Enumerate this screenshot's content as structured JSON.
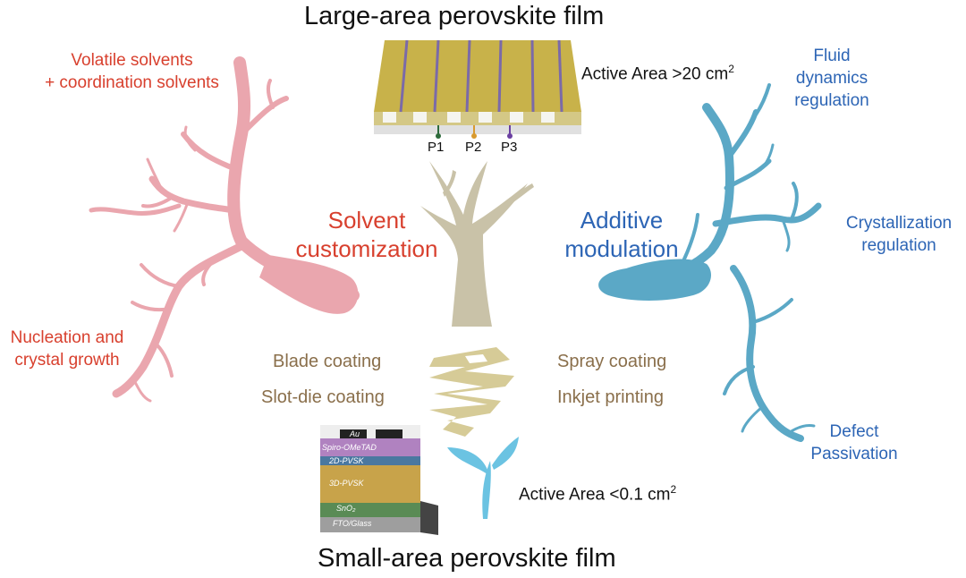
{
  "top_title": "Large-area perovskite film",
  "bottom_title": "Small-area perovskite film",
  "large_module": {
    "active_area_text": "Active Area >20 cm",
    "active_area_sup": "2",
    "scribes": [
      "P1",
      "P2",
      "P3"
    ],
    "colors": {
      "p1": "#2e6b3c",
      "p2": "#d89a2f",
      "p3": "#6a3fa1",
      "gold": "#c8b24a"
    }
  },
  "small_cell": {
    "active_area_text": "Active Area <0.1 cm",
    "active_area_sup": "2",
    "layers": [
      "Au",
      "Spiro-OMeTAD",
      "2D-PVSK",
      "3D-PVSK",
      "SnO₂",
      "FTO/Glass"
    ]
  },
  "left_branch": {
    "color": "#eaa6ae",
    "text_color": "#d8402e",
    "main_label_1": "Solvent",
    "main_label_2": "customization",
    "top_label_1": "Volatile solvents",
    "top_label_2": "+ coordination solvents",
    "bottom_label_1": "Nucleation and",
    "bottom_label_2": "crystal growth"
  },
  "right_branch": {
    "color": "#5ba8c6",
    "text_color": "#2d65b5",
    "main_label_1": "Additive",
    "main_label_2": "modulation",
    "label_a_1": "Fluid",
    "label_a_2": "dynamics",
    "label_a_3": "regulation",
    "label_b_1": "Crystallization",
    "label_b_2": "regulation",
    "label_c_1": "Defect",
    "label_c_2": "Passivation"
  },
  "methods": {
    "text_color": "#8a6f4b",
    "left": [
      "Blade coating",
      "Slot-die coating"
    ],
    "right": [
      "Spray coating",
      "Inkjet printing"
    ]
  },
  "tree_color": "#c9c2a8",
  "sprout_color": "#6bc3e2"
}
